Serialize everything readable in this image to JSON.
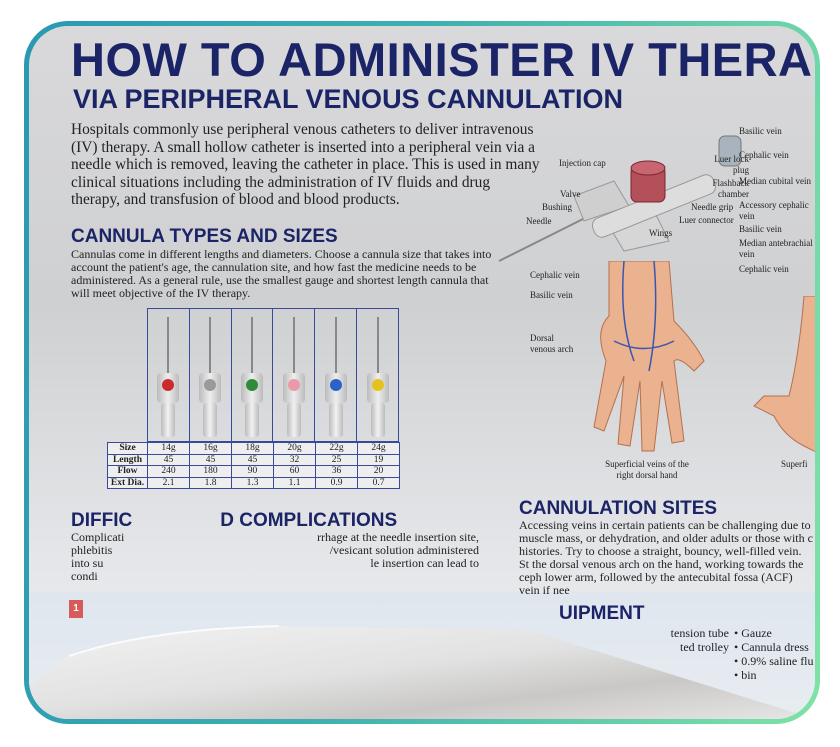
{
  "poster": {
    "title": "HOW TO ADMINISTER IV THERAP",
    "subtitle": "VIA PERIPHERAL VENOUS CANNULATION",
    "intro": "Hospitals commonly use peripheral venous catheters to deliver intravenous (IV) therapy. A small hollow catheter is inserted into a peripheral vein via a needle which is removed, leaving the catheter in place. This is used in many clinical situations including the administration of IV fluids and drug therapy, and transfusion of blood and blood products.",
    "cannula_section": {
      "heading": "CANNULA TYPES AND SIZES",
      "text": "Cannulas come in different lengths and diameters. Choose a cannula size that takes into account the patient's age, the cannulation site, and how fast the medicine needs to be administered. As a general rule, use the smallest gauge and shortest length cannula that will meet objective of the IV therapy.",
      "colors": [
        "#cc2b2b",
        "#9a9a9a",
        "#2e8b3a",
        "#e89aa8",
        "#2a62c8",
        "#e6c21e"
      ],
      "table": {
        "rows": [
          {
            "label": "Size",
            "values": [
              "14g",
              "16g",
              "18g",
              "20g",
              "22g",
              "24g"
            ]
          },
          {
            "label": "Length",
            "values": [
              "45",
              "45",
              "45",
              "32",
              "25",
              "19"
            ]
          },
          {
            "label": "Flow",
            "values": [
              "240",
              "180",
              "90",
              "60",
              "36",
              "20"
            ]
          },
          {
            "label": "Ext Dia.",
            "values": [
              "2.1",
              "1.8",
              "1.3",
              "1.1",
              "0.9",
              "0.7"
            ]
          }
        ]
      }
    },
    "diagram_labels": {
      "injection_cap": "Injection cap",
      "valve": "Valve",
      "bushing": "Bushing",
      "needle": "Needle",
      "wings": "Wings",
      "luer_connector": "Luer connector",
      "needle_grip": "Needle grip",
      "flashback": "Flashback chamber",
      "luer_lock": "Luer lock plug"
    },
    "hand_labels": {
      "cephalic": "Cephalic vein",
      "basilic": "Basilic vein",
      "dorsal": "Dorsal venous arch",
      "caption": "Superficial veins of the right dorsal hand",
      "caption2": "Superfi"
    },
    "arm_labels": [
      "Basilic vein",
      "Cephalic vein",
      "Median cubital vein",
      "Accessory cephalic vein",
      "Basilic vein",
      "Median antebrachial vein",
      "Cephalic vein"
    ],
    "complications": {
      "heading": "DIFFIC",
      "heading_rest": "D COMPLICATIONS",
      "lines": [
        "Complicati",
        "phlebitis",
        "into su",
        "condi"
      ],
      "lines_right": [
        "rrhage at the needle insertion site,",
        "/vesicant solution administered",
        "le insertion can lead to"
      ]
    },
    "sites": {
      "heading": "CANNULATION SITES",
      "text": "Accessing veins in certain patients can be challenging due to muscle mass, or dehydration, and older adults or those with c histories. Try to choose a straight, bouncy, well-filled vein. St the dorsal venous arch on the hand, working towards the ceph lower arm, followed by the antecubital fossa (ACF) vein if nee"
    },
    "equipment": {
      "heading": "UIPMENT",
      "left": [
        "tension tube",
        "ted trolley"
      ],
      "right": [
        "Gauze",
        "Cannula dress",
        "0.9% saline flu",
        "bin"
      ]
    },
    "badge": "1"
  }
}
